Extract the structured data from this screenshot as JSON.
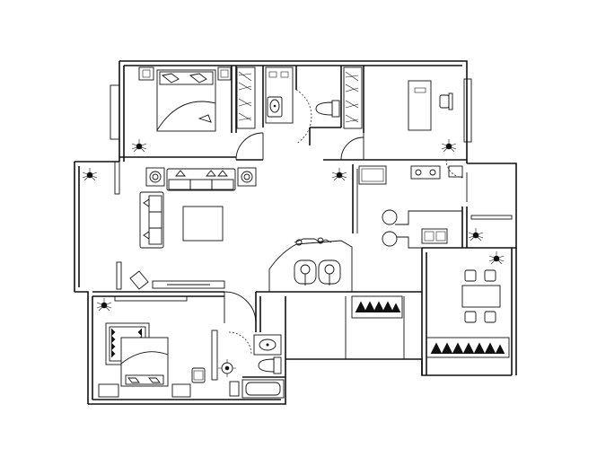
{
  "plan": {
    "rooms": [
      {
        "id": "master-bedroom",
        "label": ""
      },
      {
        "id": "study",
        "label": ""
      },
      {
        "id": "living-room",
        "label": ""
      },
      {
        "id": "kitchen",
        "label": ""
      },
      {
        "id": "dining",
        "label": ""
      },
      {
        "id": "second-bedroom",
        "label": ""
      },
      {
        "id": "bathroom-top",
        "label": ""
      },
      {
        "id": "bathroom-bottom",
        "label": ""
      },
      {
        "id": "balcony",
        "label": ""
      }
    ]
  }
}
